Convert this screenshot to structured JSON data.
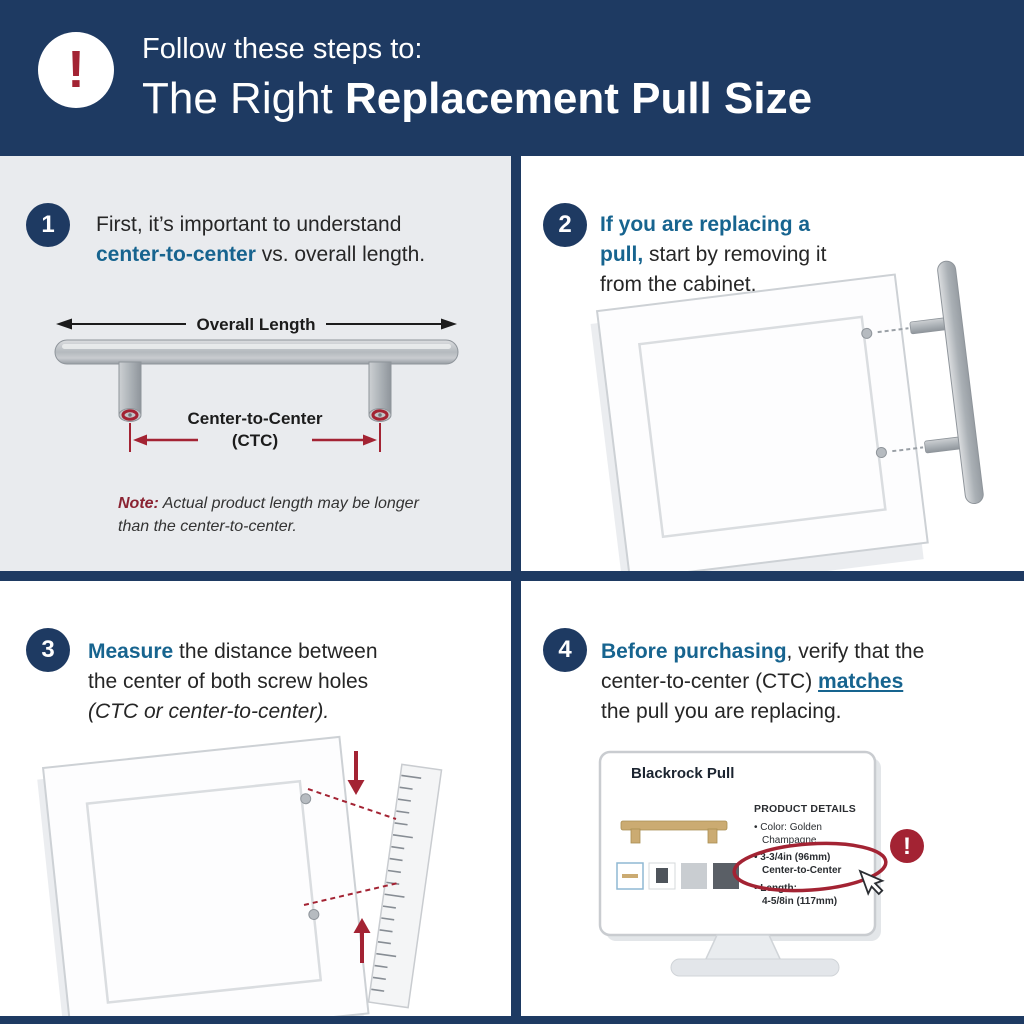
{
  "header": {
    "badge": "!",
    "eyebrow": "Follow these steps to:",
    "title_light": "The Right ",
    "title_bold": "Replacement Pull Size"
  },
  "step1": {
    "number": "1",
    "line_pre": "First, it’s important to understand ",
    "line_highlight": "center-to-center",
    "line_post": " vs. overall length.",
    "overall_label": "Overall Length",
    "ctc_label_line1": "Center-to-Center",
    "ctc_label_line2": "(CTC)",
    "note_label": "Note:",
    "note_text": "Actual product length may be longer than the center-to-center."
  },
  "step2": {
    "number": "2",
    "highlight": "If you are replacing a pull,",
    "rest": " start by removing it from the cabinet."
  },
  "step3": {
    "number": "3",
    "highlight": "Measure",
    "rest": " the distance between the center of both screw holes ",
    "italic": "(CTC or center-to-center)."
  },
  "step4": {
    "number": "4",
    "highlight": "Before purchasing",
    "mid": ", verify that the center-to-center (CTC) ",
    "underlined": "matches",
    "rest": "the pull you are replacing.",
    "monitor": {
      "product_name": "Blackrock Pull",
      "details_header": "PRODUCT DETAILS",
      "bullet_color": "• Color: Golden\nChampagne",
      "bullet_ctc": "• 3-3/4in (96mm)\nCenter-to-Center",
      "bullet_length": "• Length:\n4-5/8in (117mm)",
      "alert": "!"
    }
  },
  "colors": {
    "navy": "#1e3a62",
    "red": "#a32333",
    "blue": "#17648f",
    "panel_gray": "#e9ebee"
  }
}
